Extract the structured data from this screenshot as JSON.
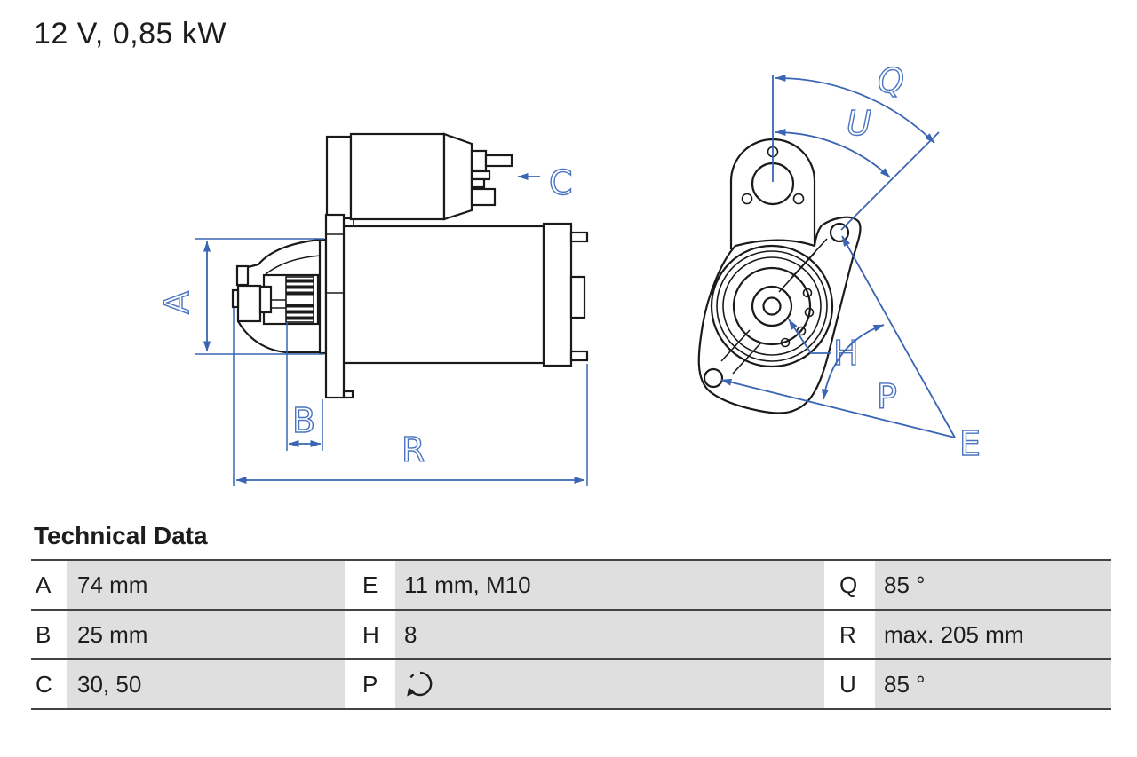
{
  "page": {
    "title": "12 V, 0,85 kW"
  },
  "drawing": {
    "labels": {
      "a": "A",
      "b": "B",
      "c": "C",
      "r": "R",
      "q": "Q",
      "u": "U",
      "h": "H",
      "p": "P",
      "e": "E"
    },
    "views": [
      "side-view-starter-motor",
      "front-view-mounting-flange"
    ]
  },
  "technical_data": {
    "heading": "Technical Data",
    "rows": [
      {
        "cells": [
          {
            "key": "A",
            "value": "74 mm"
          },
          {
            "key": "E",
            "value": "11 mm, M10"
          },
          {
            "key": "Q",
            "value": "85 °"
          }
        ]
      },
      {
        "cells": [
          {
            "key": "B",
            "value": "25 mm"
          },
          {
            "key": "H",
            "value": "8"
          },
          {
            "key": "R",
            "value": "max. 205 mm"
          }
        ]
      },
      {
        "cells": [
          {
            "key": "C",
            "value": "30, 50"
          },
          {
            "key": "P",
            "value": "",
            "icon": "rotation-direction"
          },
          {
            "key": "U",
            "value": "85 °"
          }
        ]
      }
    ]
  },
  "colors": {
    "dimension_blue": "#3a65b4",
    "label_blue": "#4a74c0",
    "line_black": "#1a1a1a",
    "cell_gray": "#dfdfdf",
    "rule_dark": "#43433f",
    "text": "#1d1d1b"
  }
}
